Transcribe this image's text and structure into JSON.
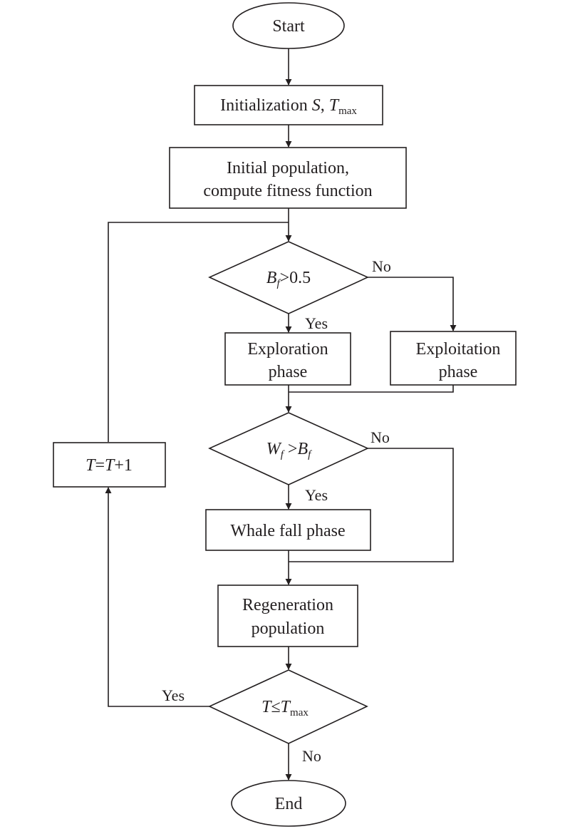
{
  "nodes": {
    "start": {
      "text": "Start"
    },
    "init": {
      "prefix": "Initialization ",
      "s": "S",
      "sep": ", ",
      "t": "T",
      "t_sub": "max"
    },
    "population": {
      "line1": "Initial population,",
      "line2": "compute fitness function"
    },
    "bf_decision": {
      "var": "B",
      "var_sub": "f",
      "rest": ">0.5"
    },
    "exploration": {
      "line1": "Exploration",
      "line2": "phase"
    },
    "exploitation": {
      "line1": "Exploitation",
      "line2": "phase"
    },
    "wf_decision": {
      "var1": "W",
      "var1_sub": "f",
      "op": " >",
      "var2": "B",
      "var2_sub": "f"
    },
    "whale_fall": {
      "text": "Whale fall phase"
    },
    "regeneration": {
      "line1": "Regeneration",
      "line2": "population"
    },
    "t_decision": {
      "t": "T",
      "op": "≤",
      "t2": "T",
      "t2_sub": "max"
    },
    "increment": {
      "t": "T",
      "eq": "=",
      "t2": "T",
      "plus": "+1"
    },
    "end": {
      "text": "End"
    }
  },
  "edge_labels": {
    "bf_no": "No",
    "bf_yes": "Yes",
    "wf_no": "No",
    "wf_yes": "Yes",
    "t_yes": "Yes",
    "t_no": "No"
  },
  "colors": {
    "stroke": "#231f20",
    "background": "#ffffff"
  }
}
